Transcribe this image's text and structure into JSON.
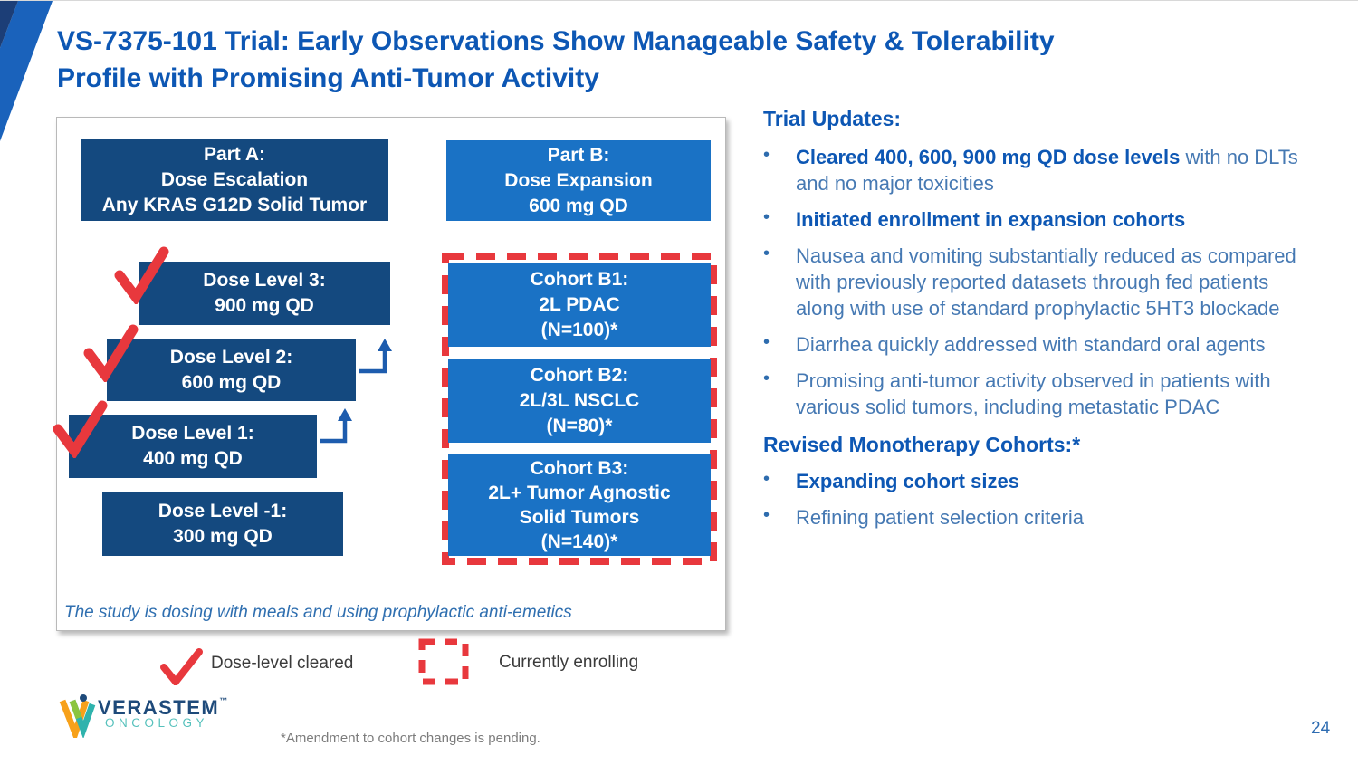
{
  "slide": {
    "title_line1": "VS-7375-101 Trial: Early Observations Show Manageable Safety & Tolerability",
    "title_line2": "Profile with Promising Anti-Tumor Activity",
    "footnote": "*Amendment to cohort changes is pending.",
    "page_number": "24"
  },
  "colors": {
    "title_blue": "#0d57b4",
    "navy_box": "#14497f",
    "bright_blue_box": "#1a72c5",
    "red_accent": "#e8383d",
    "arrow_blue": "#1d5cae",
    "body_text_blue": "#4679b3"
  },
  "diagram": {
    "part_a": {
      "lines": [
        "Part A:",
        "Dose Escalation",
        "Any KRAS G12D Solid Tumor"
      ]
    },
    "part_b": {
      "lines": [
        "Part B:",
        "Dose Expansion",
        "600 mg QD"
      ]
    },
    "dose_levels": [
      {
        "lines": [
          "Dose Level 3:",
          "900 mg QD"
        ],
        "cleared": true
      },
      {
        "lines": [
          "Dose Level 2:",
          "600 mg QD"
        ],
        "cleared": true
      },
      {
        "lines": [
          "Dose Level 1:",
          "400 mg QD"
        ],
        "cleared": true
      },
      {
        "lines": [
          "Dose Level -1:",
          "300 mg QD"
        ],
        "cleared": false
      }
    ],
    "cohorts": [
      {
        "lines": [
          "Cohort B1:",
          "2L PDAC",
          "(N=100)*"
        ]
      },
      {
        "lines": [
          "Cohort B2:",
          "2L/3L NSCLC",
          "(N=80)*"
        ]
      },
      {
        "lines": [
          "Cohort B3:",
          "2L+ Tumor Agnostic",
          "Solid Tumors",
          "(N=140)*"
        ]
      }
    ],
    "note": "The study is dosing with meals and using prophylactic anti-emetics"
  },
  "legend": {
    "cleared_label": "Dose-level cleared",
    "enrolling_label": "Currently enrolling"
  },
  "trial_updates": {
    "heading": "Trial Updates:",
    "bullets": [
      {
        "segments": [
          {
            "text": "Cleared 400, 600, 900 mg QD dose levels",
            "bold": true
          },
          {
            "text": " with no DLTs and no major toxicities",
            "bold": false
          }
        ]
      },
      {
        "segments": [
          {
            "text": "Initiated enrollment in expansion cohorts",
            "bold": true
          }
        ]
      },
      {
        "segments": [
          {
            "text": "Nausea and vomiting substantially reduced as compared with previously reported datasets through fed patients along with use of standard prophylactic 5HT3 blockade",
            "bold": false
          }
        ]
      },
      {
        "segments": [
          {
            "text": "Diarrhea quickly addressed with standard oral agents",
            "bold": false
          }
        ]
      },
      {
        "segments": [
          {
            "text": "Promising anti-tumor activity observed in patients with various solid tumors, including metastatic PDAC",
            "bold": false
          }
        ]
      }
    ],
    "subheading": "Revised Monotherapy Cohorts:*",
    "sub_bullets": [
      {
        "segments": [
          {
            "text": "Expanding cohort sizes",
            "bold": true
          }
        ]
      },
      {
        "segments": [
          {
            "text": "Refining patient selection criteria",
            "bold": false
          }
        ]
      }
    ]
  },
  "logo": {
    "name": "VERASTEM",
    "tm": "™",
    "sub": "ONCOLOGY"
  }
}
